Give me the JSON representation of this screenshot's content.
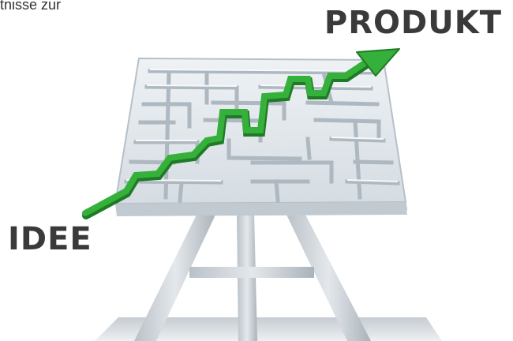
{
  "top_text": "tnisse zur",
  "labels": {
    "start": "IDEE",
    "end": "PRODUKT"
  },
  "icons": {
    "maze": "maze-board",
    "easel": "easel-stand",
    "arrow": "upward-green-arrow"
  },
  "colors": {
    "arrow_green": "#35b03a",
    "arrow_dark": "#1f7a25",
    "maze_wall": "#dde3e8",
    "maze_shadow": "#9aa6b0",
    "easel": "#c9d0d6",
    "label_text": "#3a3a3a"
  }
}
